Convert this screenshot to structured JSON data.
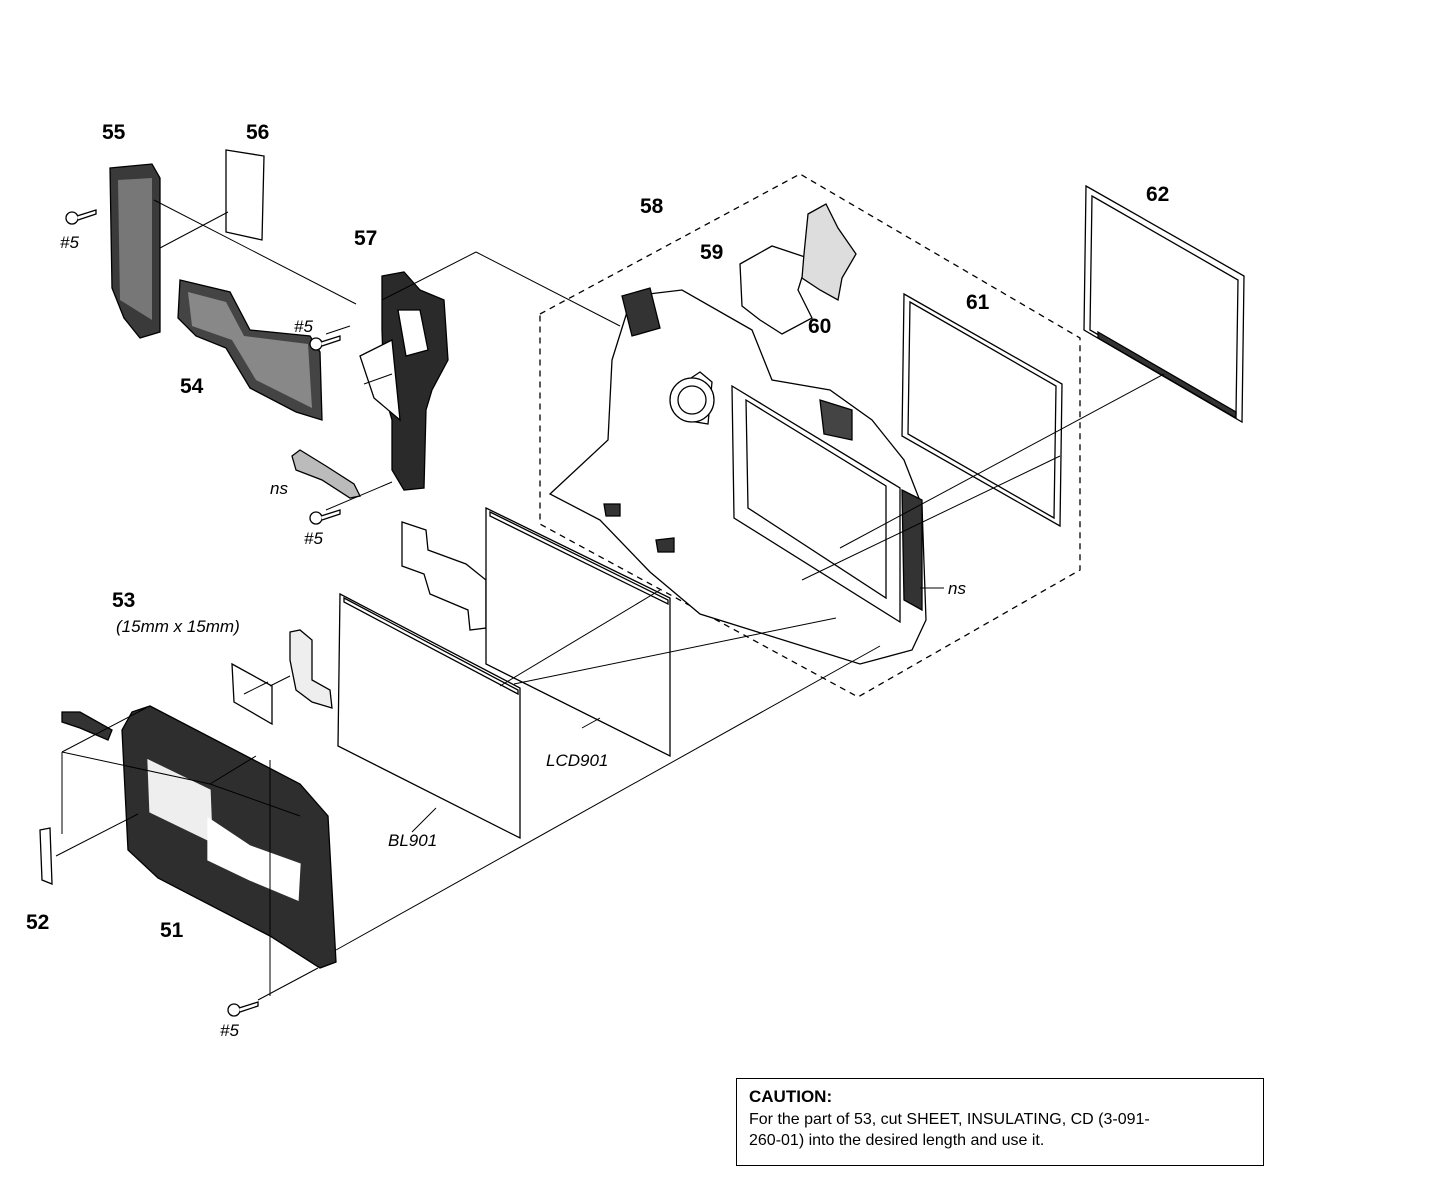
{
  "diagram": {
    "callouts": {
      "p51": "51",
      "p52": "52",
      "p53": "53",
      "p53_size": "(15mm x 15mm)",
      "p54": "54",
      "p55": "55",
      "p56": "56",
      "p57": "57",
      "p58": "58",
      "p59": "59",
      "p60": "60",
      "p61": "61",
      "p62": "62",
      "lcd": "LCD901",
      "backlight": "BL901"
    },
    "screw_label": "#5",
    "ns_label": "ns"
  },
  "caution": {
    "title": "CAUTION:",
    "line1": "For the part of 53, cut SHEET, INSULATING, CD (3-091-",
    "line2": "260-01) into the desired length and use it."
  }
}
